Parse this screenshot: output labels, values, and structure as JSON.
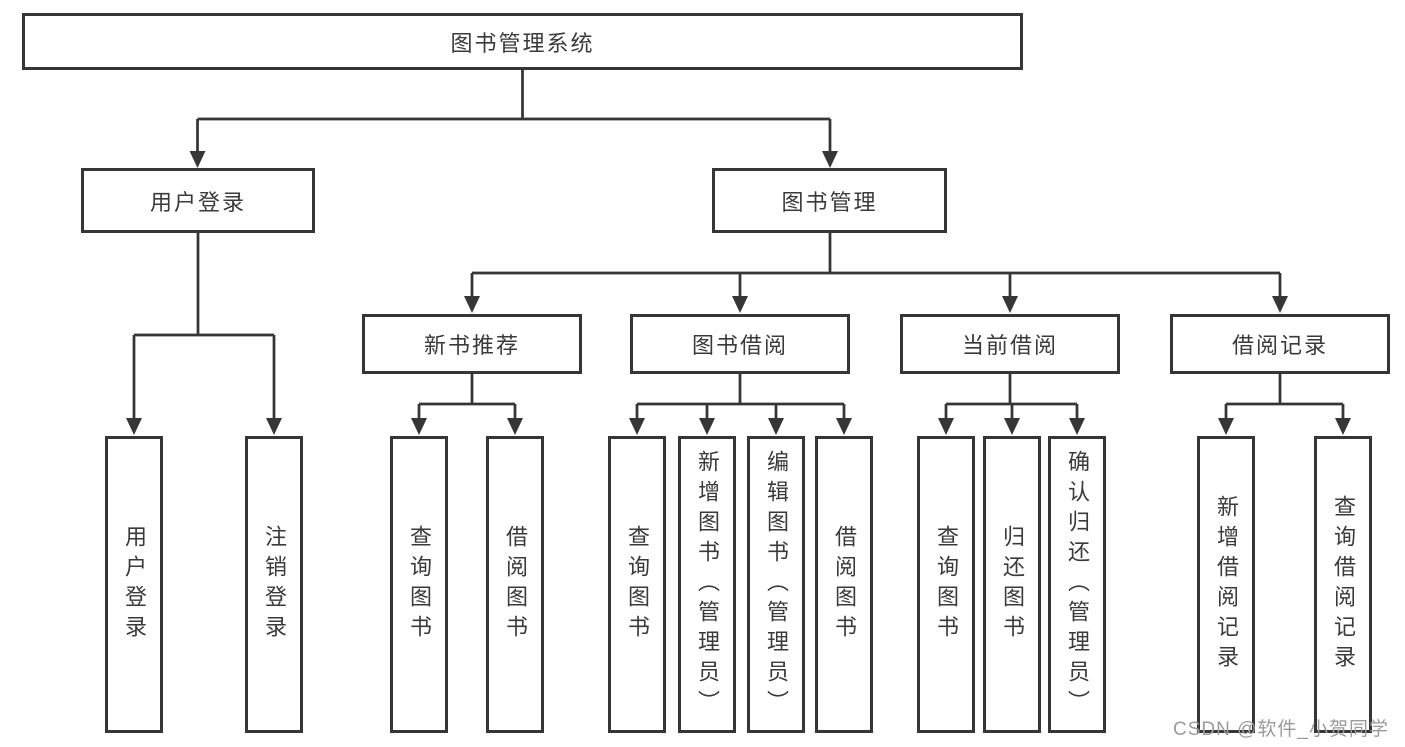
{
  "colors": {
    "line": "#363636",
    "text": "#3a3a3a",
    "watermark": "#9b9b9b",
    "background": "#ffffff"
  },
  "watermark": {
    "text": "CSDN @软件_小贺同学"
  },
  "tree": {
    "root": {
      "label": "图书管理系统",
      "children": [
        {
          "label": "用户登录",
          "children": [
            {
              "label": "用户登录"
            },
            {
              "label": "注销登录"
            }
          ]
        },
        {
          "label": "图书管理",
          "children": [
            {
              "label": "新书推荐",
              "children": [
                {
                  "label": "查询图书"
                },
                {
                  "label": "借阅图书"
                }
              ]
            },
            {
              "label": "图书借阅",
              "children": [
                {
                  "label": "查询图书"
                },
                {
                  "label": "新增图书（管理员）"
                },
                {
                  "label": "编辑图书（管理员）"
                },
                {
                  "label": "借阅图书"
                }
              ]
            },
            {
              "label": "当前借阅",
              "children": [
                {
                  "label": "查询图书"
                },
                {
                  "label": "归还图书"
                },
                {
                  "label": "确认归还（管理员）"
                }
              ]
            },
            {
              "label": "借阅记录",
              "children": [
                {
                  "label": "新增借阅记录"
                },
                {
                  "label": "查询借阅记录"
                }
              ]
            }
          ]
        }
      ]
    }
  }
}
